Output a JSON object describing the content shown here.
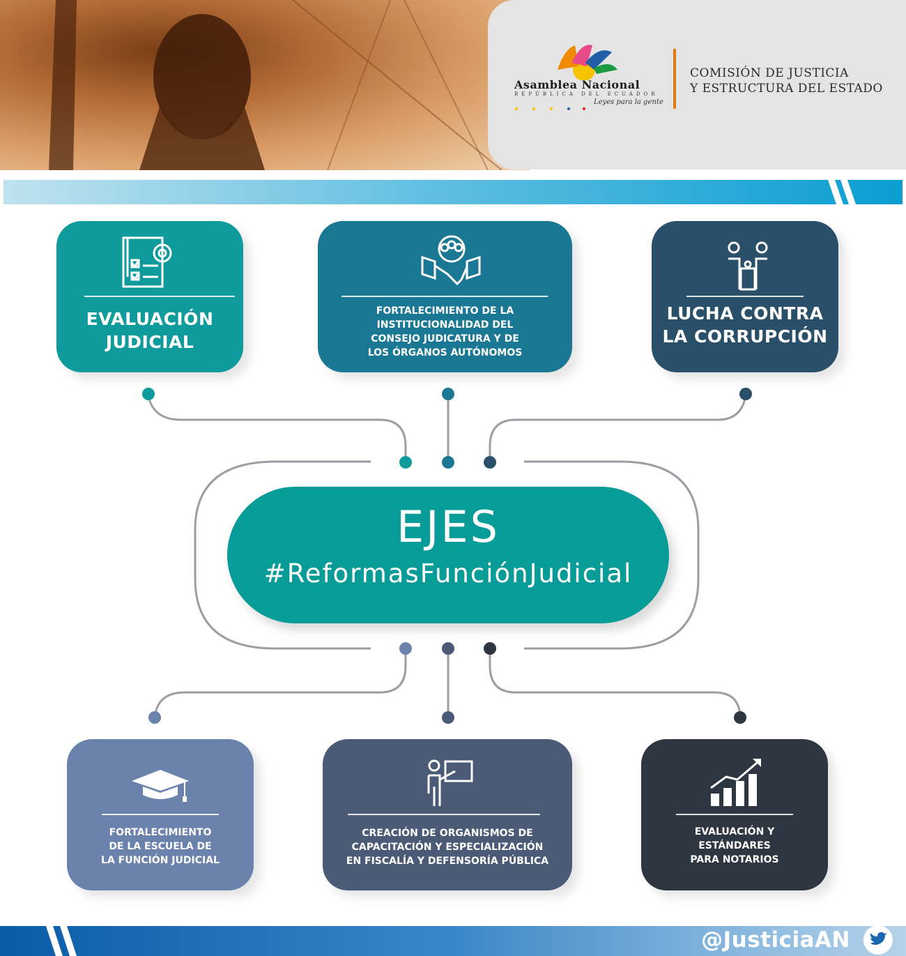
{
  "header": {
    "logo_title": "Asamblea Nacional",
    "logo_subtitle": "REPÚBLICA DEL ECUADOR",
    "logo_tagline": "Leyes para la gente",
    "commission_line1": "COMISIÓN DE JUSTICIA",
    "commission_line2": "Y ESTRUCTURA DEL ESTADO"
  },
  "center": {
    "title": "EJES",
    "hashtag": "#ReformasFunciónJudicial"
  },
  "top_cards": [
    {
      "icon": "checklist-gear-icon",
      "color": "#0f9a9c",
      "lines": [
        "EVALUACIÓN",
        "JUDICIAL"
      ]
    },
    {
      "icon": "handshake-team-icon",
      "color": "#1b7895",
      "lines": [
        "FORTALECIMIENTO DE LA",
        "INSTITUCIONALIDAD  DEL",
        "CONSEJO JUDICATURA Y DE",
        "LOS ÓRGANOS AUTÓNOMOS"
      ]
    },
    {
      "icon": "podium-people-icon",
      "color": "#2a4f68",
      "lines": [
        "LUCHA CONTRA",
        "LA CORRUPCIÓN"
      ]
    }
  ],
  "bottom_cards": [
    {
      "icon": "graduation-cap-icon",
      "color": "#6b82ad",
      "lines": [
        "FORTALECIMIENTO",
        "DE LA ESCUELA DE",
        "LA FUNCIÓN JUDICIAL"
      ]
    },
    {
      "icon": "teacher-board-icon",
      "color": "#4b5a77",
      "lines": [
        "CREACIÓN DE ORGANISMOS DE",
        "CAPACITACIÓN Y ESPECIALIZACIÓN",
        "EN FISCALÍA Y DEFENSORÍA PÚBLICA"
      ]
    },
    {
      "icon": "growth-chart-icon",
      "color": "#2e3641",
      "lines": [
        "EVALUACIÓN Y",
        "ESTÁNDARES",
        "PARA NOTARIOS"
      ]
    }
  ],
  "footer": {
    "handle": "@JusticiaAN",
    "icon": "twitter-bird-icon"
  }
}
